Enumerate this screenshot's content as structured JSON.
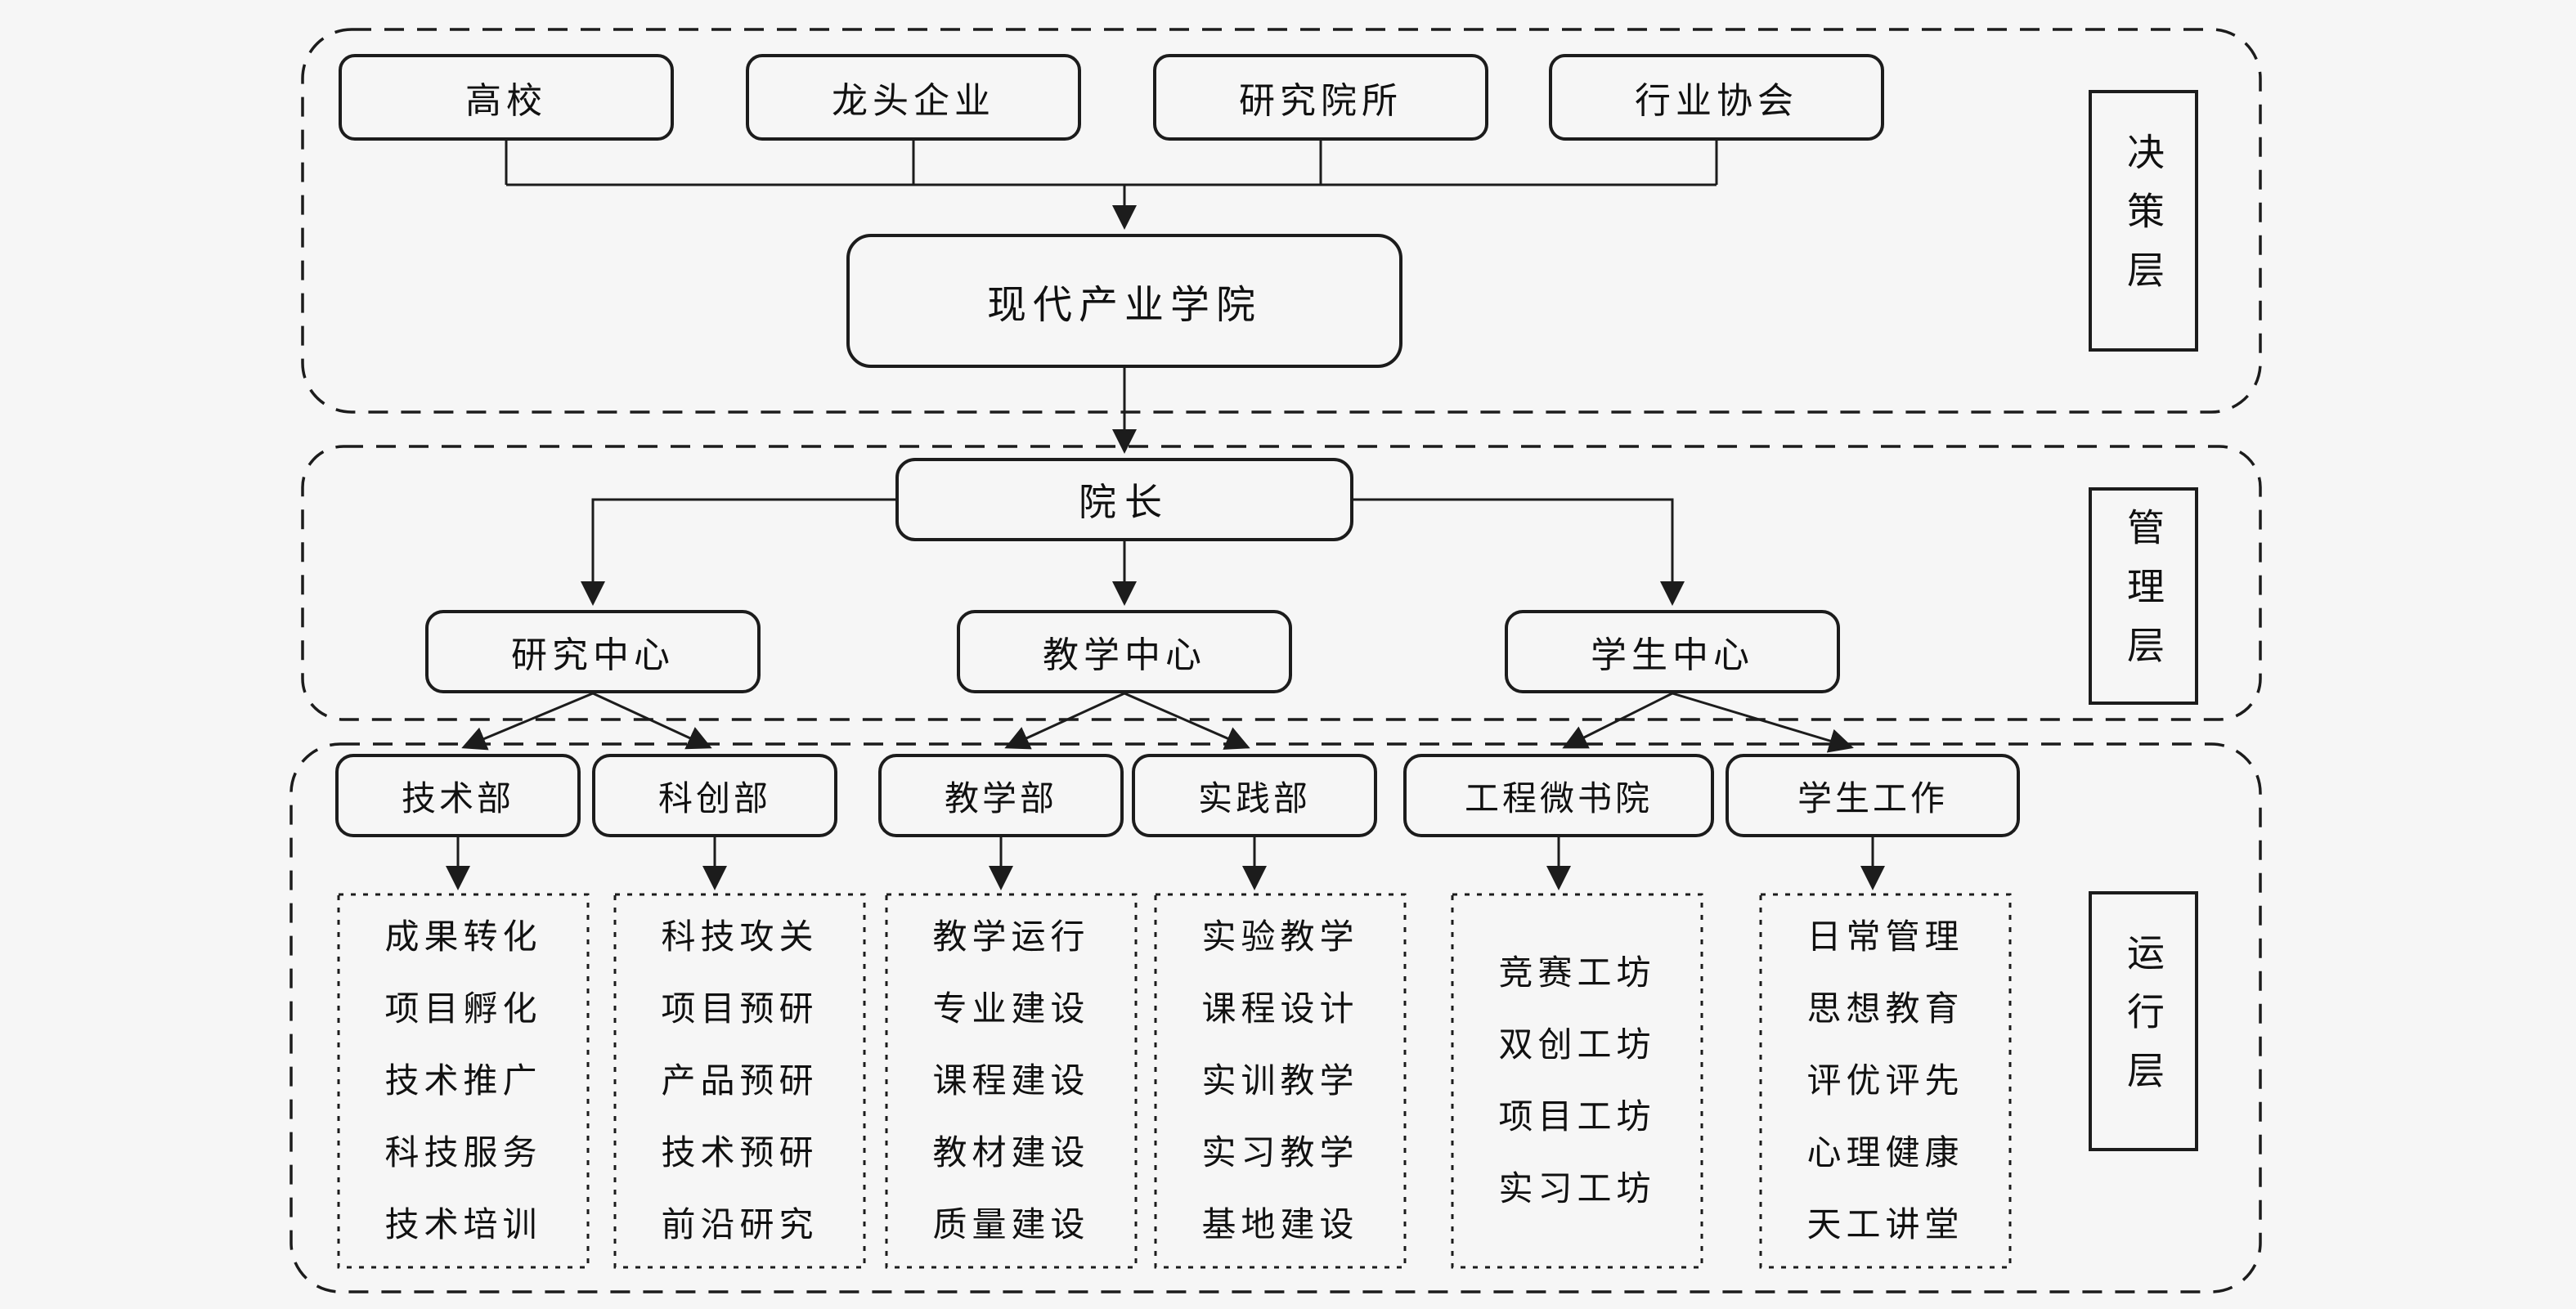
{
  "colors": {
    "background": "#f6f6f6",
    "line": "#1c1c1c",
    "text": "#111111"
  },
  "layers": {
    "decision_label": "决策层",
    "management_label": "管理层",
    "operation_label": "运行层"
  },
  "decision": {
    "partners": [
      "高校",
      "龙头企业",
      "研究院所",
      "行业协会"
    ],
    "college": "现代产业学院"
  },
  "management": {
    "dean": "院长",
    "centers": [
      "研究中心",
      "教学中心",
      "学生中心"
    ]
  },
  "operation": {
    "departments": [
      "技术部",
      "科创部",
      "教学部",
      "实践部",
      "工程微书院",
      "学生工作"
    ],
    "lists": [
      [
        "成果转化",
        "项目孵化",
        "技术推广",
        "科技服务",
        "技术培训"
      ],
      [
        "科技攻关",
        "项目预研",
        "产品预研",
        "技术预研",
        "前沿研究"
      ],
      [
        "教学运行",
        "专业建设",
        "课程建设",
        "教材建设",
        "质量建设"
      ],
      [
        "实验教学",
        "课程设计",
        "实训教学",
        "实习教学",
        "基地建设"
      ],
      [
        "竞赛工坊",
        "双创工坊",
        "项目工坊",
        "实习工坊"
      ],
      [
        "日常管理",
        "思想教育",
        "评优评先",
        "心理健康",
        "天工讲堂"
      ]
    ]
  }
}
